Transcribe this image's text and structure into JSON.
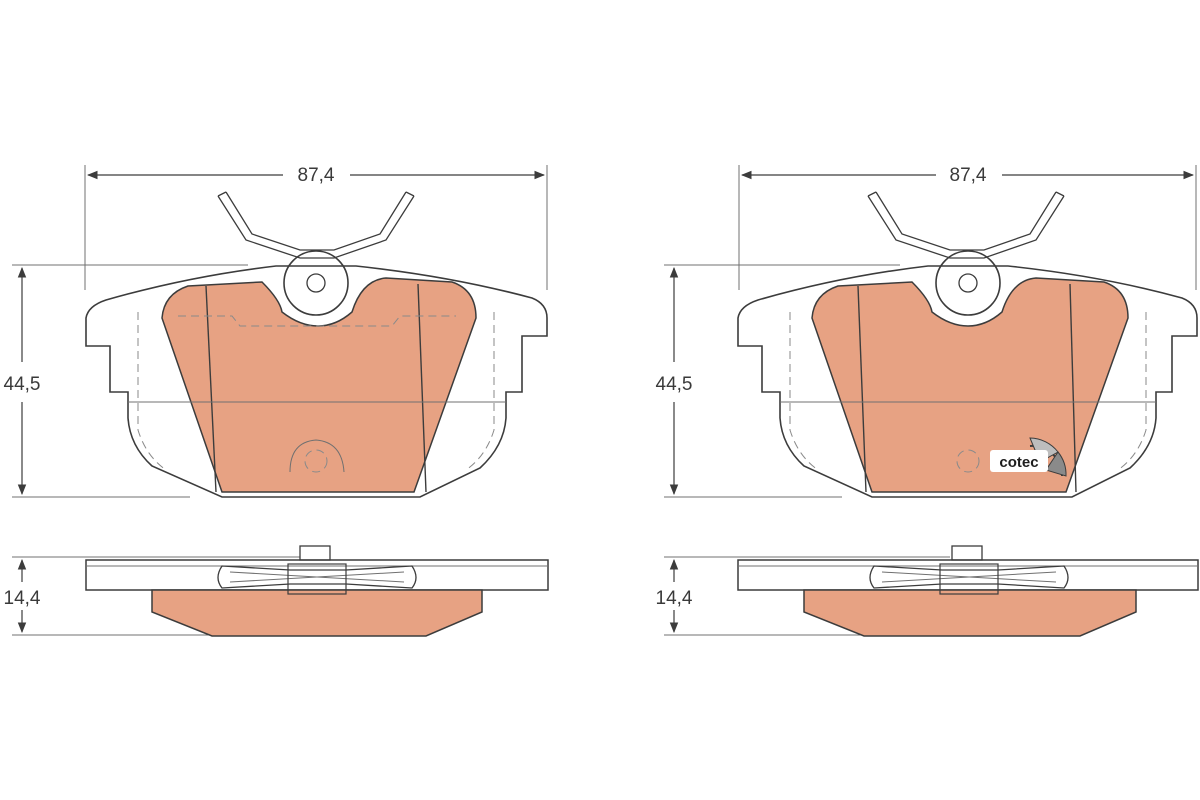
{
  "colors": {
    "friction": "#e7a283",
    "outline": "#3c3c3c",
    "background": "#ffffff"
  },
  "left_pad": {
    "width_label": "87,4",
    "height_label": "44,5",
    "thickness_label": "14,4"
  },
  "right_pad": {
    "width_label": "87,4",
    "height_label": "44,5",
    "thickness_label": "14,4",
    "logo_text": "cotec"
  }
}
